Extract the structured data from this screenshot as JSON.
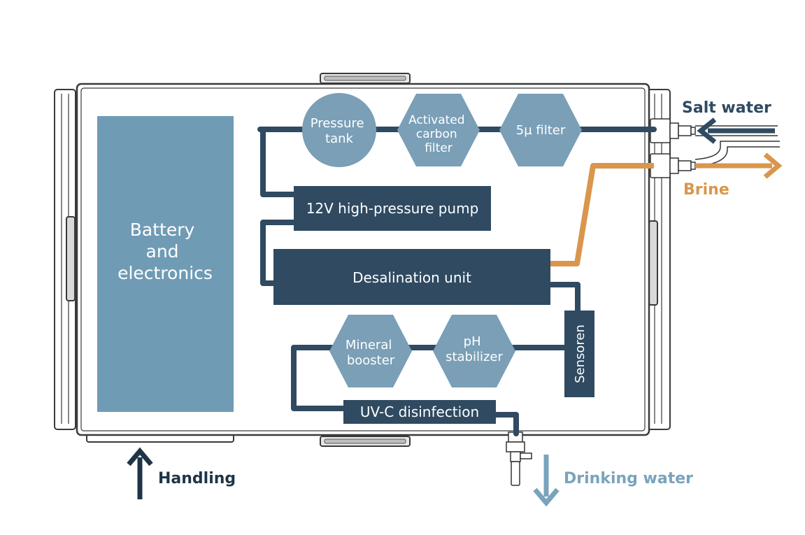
{
  "colors": {
    "dark": "#2f4a61",
    "mid": "#7a9fb7",
    "light": "#6f9bb5",
    "orange": "#d9964c",
    "drinking": "#7aa3bd",
    "frame": "#3a3a3a"
  },
  "blocks": {
    "battery": [
      "Battery",
      "and",
      "electronics"
    ],
    "pressure_tank": [
      "Pressure",
      "tank"
    ],
    "carbon_filter": [
      "Activated",
      "carbon",
      "filter"
    ],
    "micron_filter": "5µ filter",
    "pump": "12V high-pressure pump",
    "desalination": "Desalination unit",
    "sensors": "Sensoren",
    "mineral_booster": [
      "Mineral",
      "booster"
    ],
    "ph_stabilizer": [
      "pH",
      "stabilizer"
    ],
    "uvc": "UV-C disinfection"
  },
  "flows": {
    "salt_water": "Salt water",
    "brine": "Brine",
    "drinking_water": "Drinking water",
    "handling": "Handling"
  }
}
